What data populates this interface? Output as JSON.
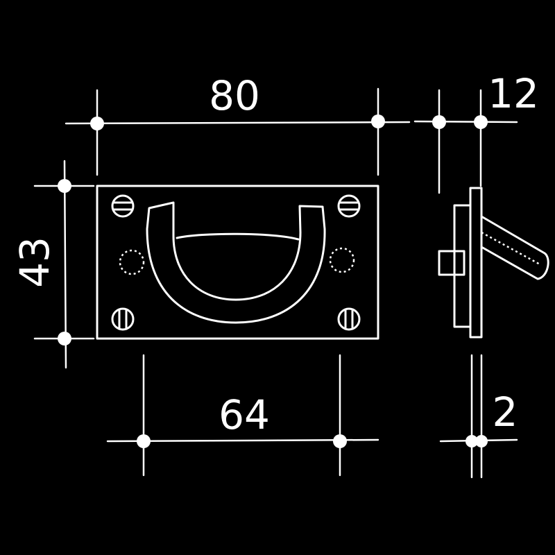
{
  "colors": {
    "background": "#000000",
    "ink": "#ffffff"
  },
  "dimensions": {
    "plate_width": "80",
    "plate_height": "43",
    "hole_spacing": "64",
    "side_depth": "12",
    "plate_thickness": "2"
  }
}
